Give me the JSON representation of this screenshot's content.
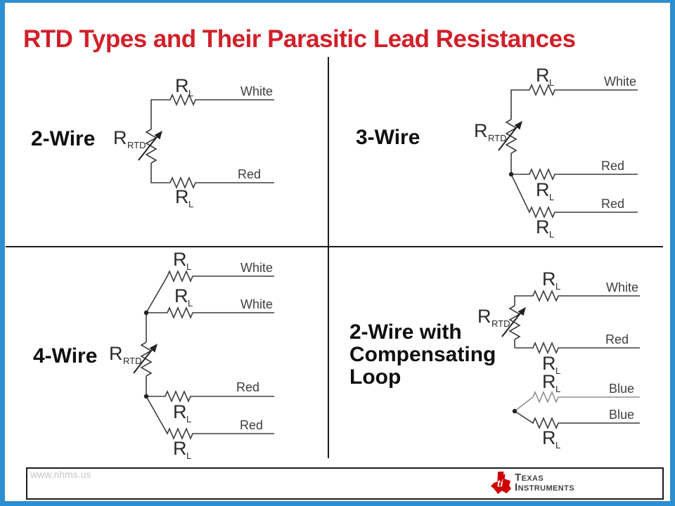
{
  "slide": {
    "title": "RTD Types and Their Parasitic Lead Resistances",
    "colors": {
      "border_blue": "#2e8fd0",
      "title_red": "#d1202a",
      "wire_dark": "#3d3d3d",
      "loop_gray": "#909090",
      "ti_red": "#cc0000",
      "watermark_gray": "#c6c6c6"
    }
  },
  "symbols": {
    "r": "R",
    "sub_lead": "L",
    "sub_rtd": "RTD"
  },
  "quadrants": [
    {
      "id": "2-wire",
      "label": "2-Wire",
      "leads": [
        "White",
        "Red"
      ]
    },
    {
      "id": "3-wire",
      "label": "3-Wire",
      "leads": [
        "White",
        "Red",
        "Red"
      ]
    },
    {
      "id": "4-wire",
      "label": "4-Wire",
      "leads": [
        "White",
        "White",
        "Red",
        "Red"
      ]
    },
    {
      "id": "2-wire-comp",
      "label_lines": [
        "2-Wire with",
        "Compensating",
        "Loop"
      ],
      "leads": [
        "White",
        "Red",
        "Blue",
        "Blue"
      ]
    }
  ],
  "footer": {
    "watermark": "www.nhms.us",
    "logo": {
      "monogram": "ti",
      "line1": "Texas",
      "line2": "Instruments"
    }
  }
}
